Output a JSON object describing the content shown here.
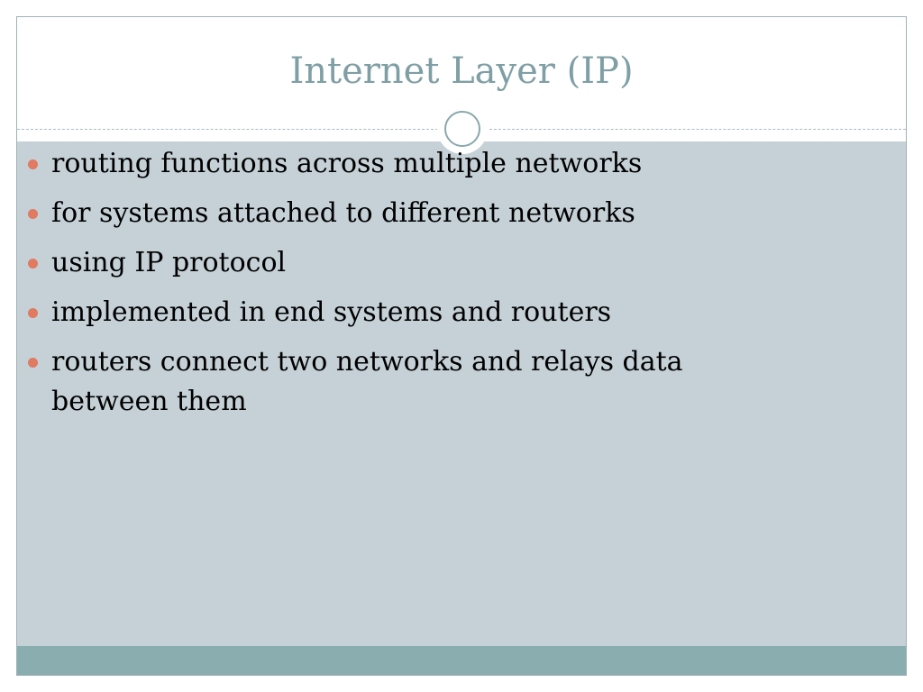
{
  "slide": {
    "title": "Internet Layer (IP)",
    "bullets": [
      "routing functions across multiple networks",
      "for systems attached to different networks",
      "using IP protocol",
      "implemented in end systems and routers",
      "routers connect two networks and relays data between them"
    ]
  },
  "colors": {
    "title": "#7f9fa4",
    "body_background": "#c5d1d7",
    "footer_bar": "#8aadaf",
    "bullet_marker": "#e07a61",
    "text": "#000000"
  },
  "icons": {
    "title_divider": "ring-ornament-icon",
    "bullet": "round-bullet-icon"
  }
}
